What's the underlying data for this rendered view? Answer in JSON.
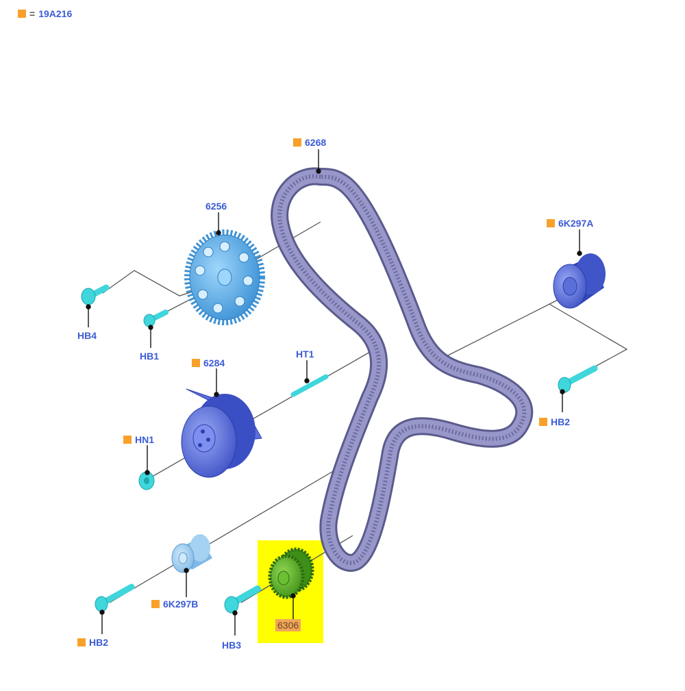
{
  "legend": {
    "symbol_meaning": "=",
    "code": "19A216"
  },
  "colors": {
    "label_text": "#3b5bd6",
    "marker_square": "#f7a12b",
    "highlight": "#ffff00",
    "belt": "#8c8bbf",
    "sprocket": "#5ab0e8",
    "pulley": "#4f69d8",
    "bolt": "#3fd6dc",
    "crank_gear": "#55b02a"
  },
  "parts": {
    "belt": "6268",
    "cam_sprocket": "6256",
    "idler_upper": "6K297A",
    "tensioner": "6284",
    "tensioner_stud": "HT1",
    "nut": "HN1",
    "bolt_hb4": "HB4",
    "bolt_hb1": "HB1",
    "bolt_hb2_right": "HB2",
    "bolt_hb2_left": "HB2",
    "bolt_hb3": "HB3",
    "idler_lower": "6K297B",
    "crank_sprocket": "6306"
  }
}
